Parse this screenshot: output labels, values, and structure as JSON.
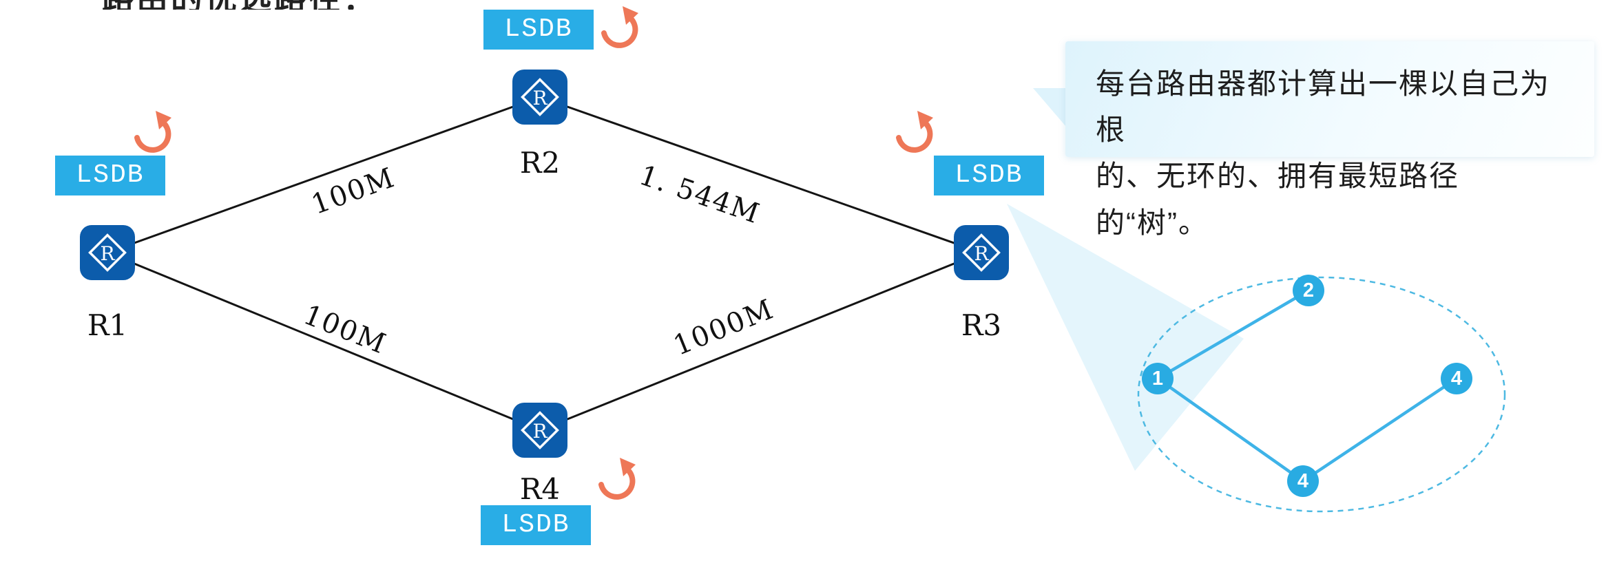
{
  "page": {
    "title_partial": "路由的优选路径："
  },
  "lsdb": {
    "label": "LSDB"
  },
  "router_icon_letter": "R",
  "routers": [
    {
      "label": "R1"
    },
    {
      "label": "R2"
    },
    {
      "label": "R3"
    },
    {
      "label": "R4"
    }
  ],
  "links": [
    {
      "from": "R1",
      "to": "R2",
      "label": "100M"
    },
    {
      "from": "R2",
      "to": "R3",
      "label": "1. 544M"
    },
    {
      "from": "R1",
      "to": "R4",
      "label": "100M"
    },
    {
      "from": "R4",
      "to": "R3",
      "label": "1000M"
    }
  ],
  "callout": {
    "line1": "每台路由器都计算出一棵以自己为根",
    "line2": "的、无环的、拥有最短路径的“树”。"
  },
  "spt_tree": {
    "nodes": [
      {
        "position": "top",
        "label": "2"
      },
      {
        "position": "left",
        "label": "1"
      },
      {
        "position": "right",
        "label": "4"
      },
      {
        "position": "bottom",
        "label": "4"
      }
    ]
  },
  "colors": {
    "router_blue": "#0c5cab",
    "lsdb_cyan": "#29ade6",
    "arrow_orange": "#ee7757",
    "tree_cyan": "#29abe2",
    "link_black": "#141414"
  }
}
